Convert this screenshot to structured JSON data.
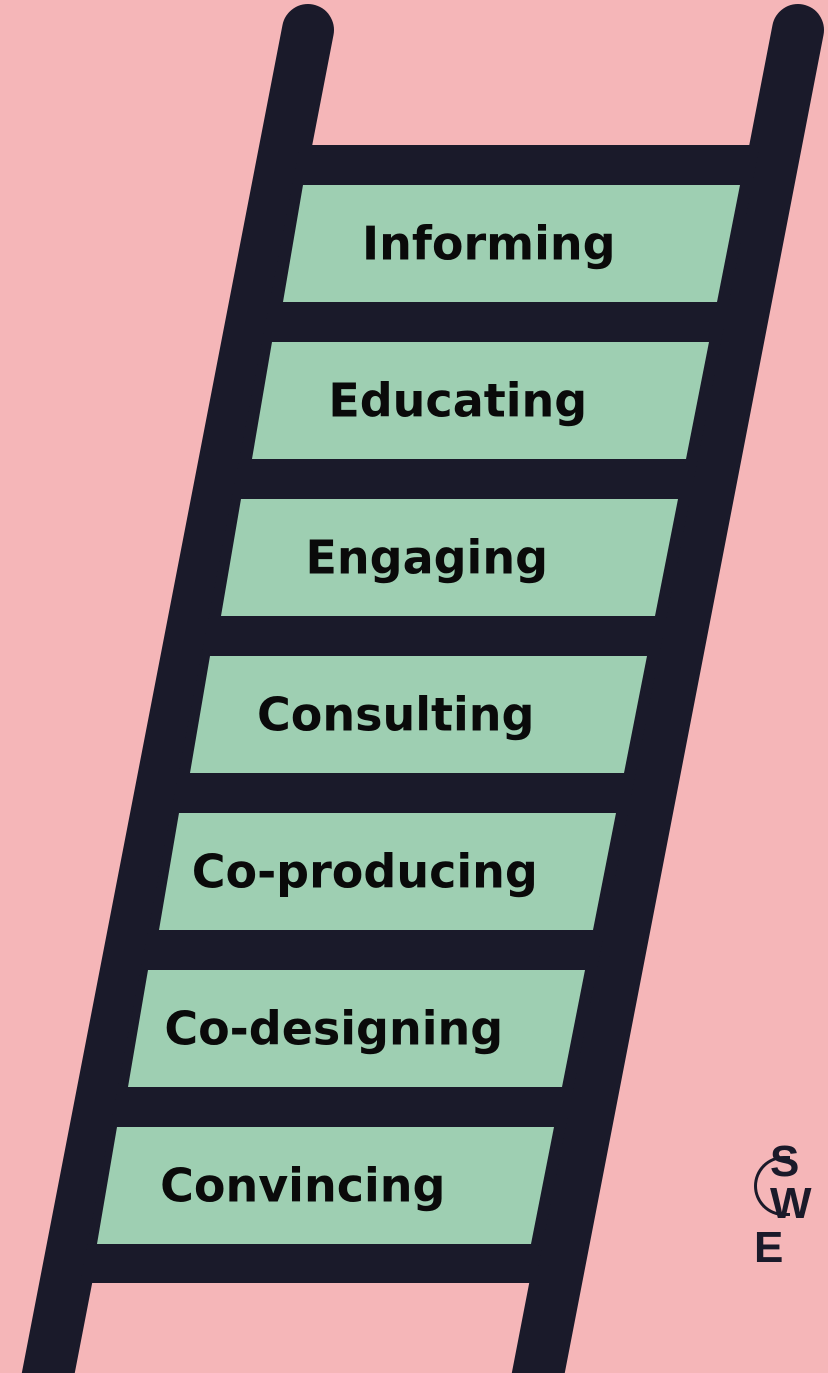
{
  "colors": {
    "background": "#f5b6b8",
    "ladder": "#1a1a2a",
    "rung_fill": "#9ecfb2",
    "text": "#0a0a0a"
  },
  "rungs": [
    {
      "label": "Informing"
    },
    {
      "label": "Educating"
    },
    {
      "label": "Engaging"
    },
    {
      "label": "Consulting"
    },
    {
      "label": "Co-producing"
    },
    {
      "label": "Co-designing"
    },
    {
      "label": "Convincing"
    }
  ],
  "logo": {
    "lines": [
      "S",
      "W",
      "E"
    ]
  }
}
